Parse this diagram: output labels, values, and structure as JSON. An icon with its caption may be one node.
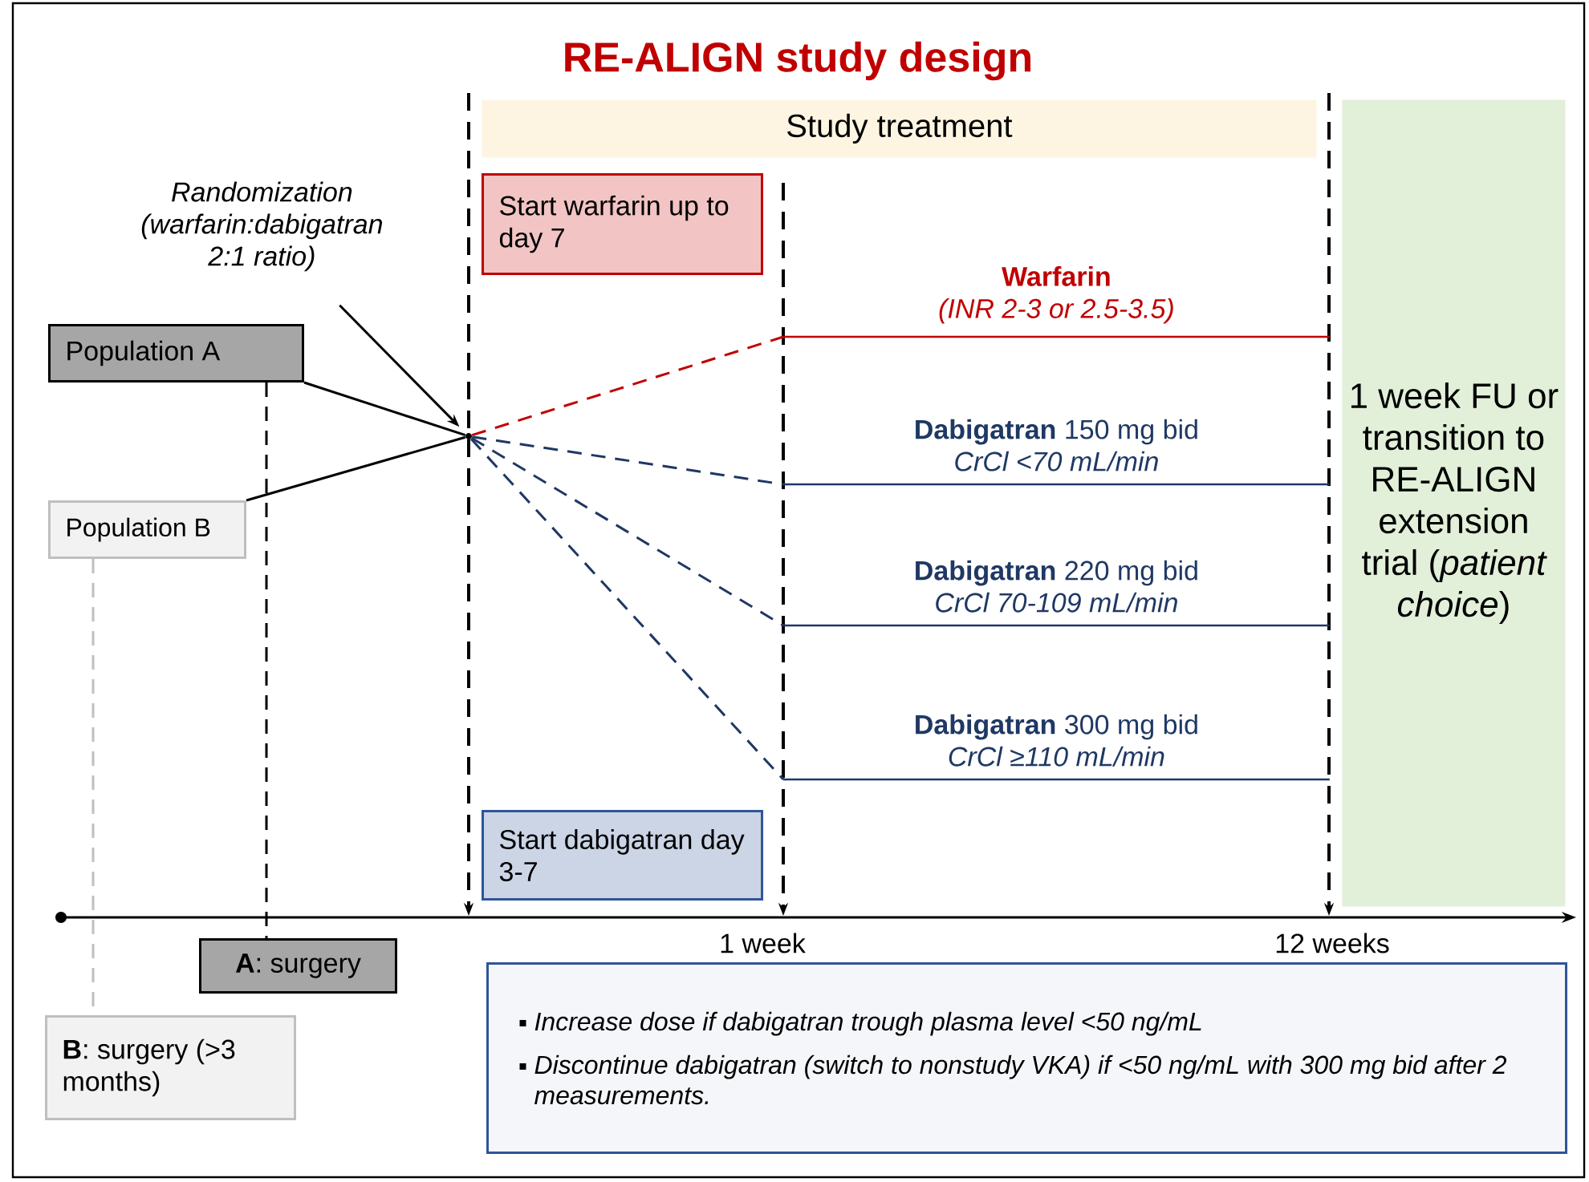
{
  "diagram": {
    "title": "RE-ALIGN study design",
    "nodes": [
      {
        "text": [
          "Population A"
        ]
      },
      {
        "text": [
          "Population B"
        ]
      },
      {
        "text": [
          "Randomization (warfarin:dabigatran 2:1 ratio)"
        ]
      },
      {
        "text": [],
        "shape": "circle"
      },
      {
        "text": [
          "Warfarin",
          "(INR 2-3 or 2.5-3.5)"
        ]
      },
      {
        "text": [
          "**Dabigatran** 150 mg bid",
          "CrCl <70 mL/min"
        ]
      },
      {
        "text": [
          "**Dabigatran** 220 mg bid",
          "CrCl 70-109 mL/min"
        ]
      },
      {
        "text": [
          "**Dabigatran** 300 mg bid",
          "CrCl ≥110 mL/min"
        ]
      },
      {
        "text": [
          "Study treatment"
        ]
      },
      {
        "text": [
          "Start warfarin up to day 7"
        ]
      },
      {
        "text": [
          "Start dabigatran day 3-7"
        ]
      },
      {
        "text": [
          "1 week FU or transition to RE-ALIGN extension trial (*patient choice*)"
        ]
      },
      {
        "text": [
          "**A**: surgery"
        ]
      },
      {
        "text": [
          "**B**: surgery (>3 months)"
        ]
      },
      {
        "text": [
          "Increase dose if dabigatran trough plasma level <50 ng/mL",
          "Discontinue dabigatran (switch to nonstudy VKA) if <50 ng/mL with 300 mg bid after 2 measurements."
        ]
      }
    ],
    "edges": [
      {
        "from": 0,
        "to": 3,
        "arrow": "none"
      },
      {
        "from": 1,
        "to": 3,
        "arrow": "none"
      },
      {
        "from": 2,
        "to": 3,
        "arrow": "to"
      },
      {
        "from": 3,
        "to": 4,
        "arrow": "none",
        "style": "dashed",
        "color": "#c00000"
      },
      {
        "from": 3,
        "to": 5,
        "arrow": "none",
        "style": "dashed",
        "color": "#1f3864"
      },
      {
        "from": 3,
        "to": 6,
        "arrow": "none",
        "style": "dashed",
        "color": "#1f3864"
      },
      {
        "from": 3,
        "to": 7,
        "arrow": "none",
        "style": "dashed",
        "color": "#1f3864"
      },
      {
        "from": 0,
        "to": 12,
        "arrow": "none",
        "style": "dashed"
      },
      {
        "from": 1,
        "to": 13,
        "arrow": "none",
        "style": "dashed",
        "color": "#bfbfbf"
      }
    ],
    "labels": [
      "1 week",
      "12 weeks"
    ]
  }
}
